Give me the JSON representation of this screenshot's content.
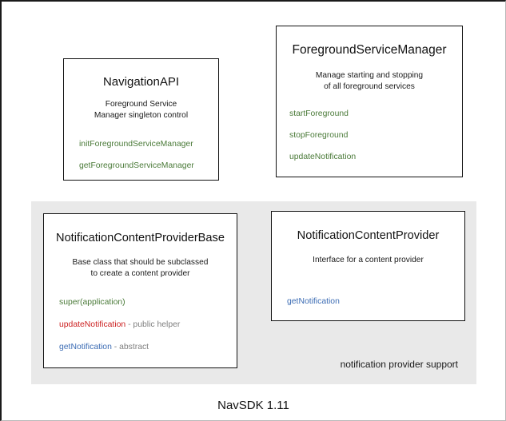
{
  "diagram": {
    "footer_caption": "NavSDK 1.11",
    "group": {
      "label": "notification provider support",
      "background_color": "#e9e9e9"
    },
    "colors": {
      "green": "#4a7a38",
      "red": "#cc2222",
      "blue": "#3c6cb4",
      "note_gray": "#808080",
      "box_border": "#111111",
      "panel_bg": "#e9e9e9",
      "page_bg": "#ffffff"
    },
    "boxes": [
      {
        "id": "navigation-api",
        "title": "NavigationAPI",
        "description": "Foreground Service\nManager singleton control",
        "members": [
          {
            "name": "initForegroundServiceManager",
            "note": "",
            "color": "green"
          },
          {
            "name": "getForegroundServiceManager",
            "note": "",
            "color": "green"
          }
        ]
      },
      {
        "id": "foreground-service-manager",
        "title": "ForegroundServiceManager",
        "description": "Manage starting and stopping\nof all foreground services",
        "members": [
          {
            "name": "startForeground",
            "note": "",
            "color": "green"
          },
          {
            "name": "stopForeground",
            "note": "",
            "color": "green"
          },
          {
            "name": "updateNotification",
            "note": "",
            "color": "green"
          }
        ]
      },
      {
        "id": "notification-content-provider-base",
        "title": "NotificationContentProviderBase",
        "description": "Base class that should be subclassed\nto create a content provider",
        "members": [
          {
            "name": "super(application)",
            "note": "",
            "color": "green"
          },
          {
            "name": "updateNotification",
            "note": " - public helper",
            "color": "red"
          },
          {
            "name": "getNotification",
            "note": " - abstract",
            "color": "blue"
          }
        ]
      },
      {
        "id": "notification-content-provider",
        "title": "NotificationContentProvider",
        "description": "Interface for a content provider",
        "members": [
          {
            "name": "getNotification",
            "note": "",
            "color": "blue"
          }
        ]
      }
    ]
  }
}
